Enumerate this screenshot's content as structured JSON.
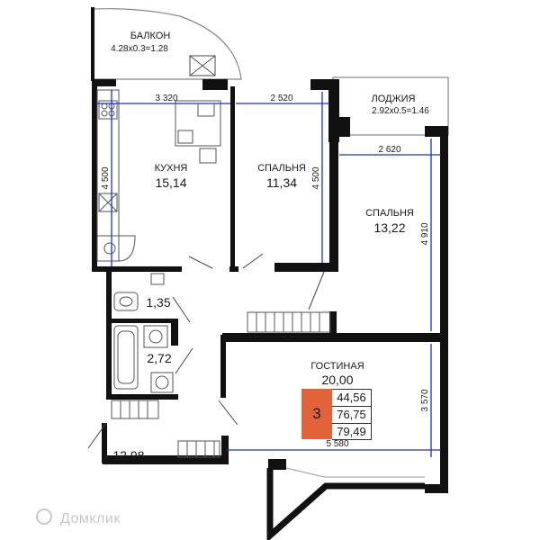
{
  "balcony": {
    "name": "БАЛКОН",
    "size": "4.28x0.3=1.28"
  },
  "loggia": {
    "name": "ЛОДЖИЯ",
    "size": "2.92x0.5=1.46"
  },
  "rooms": {
    "kitchen": {
      "name": "КУХНЯ",
      "area": "15,14"
    },
    "bedroom1": {
      "name": "СПАЛЬНЯ",
      "area": "11,34"
    },
    "bedroom2": {
      "name": "СПАЛЬНЯ",
      "area": "13,22"
    },
    "living": {
      "name": "ГОСТИНАЯ",
      "area": "20,00"
    },
    "wc": {
      "area": "1,35"
    },
    "bath": {
      "area": "2,72"
    },
    "hall": {
      "area": "12,98"
    }
  },
  "dimensions": {
    "kitchen_w": "3 320",
    "kitchen_h": "4 500",
    "bed1_w": "2 520",
    "bed1_h": "4 500",
    "bed2_w": "2 620",
    "bed2_h": "4 910",
    "living_w": "5 580",
    "living_h": "3 570"
  },
  "summary": {
    "rooms_count": "3",
    "living_area": "44,56",
    "total_area": "76,75",
    "total_with_balcony": "79,49",
    "accent_color": "#e2633a"
  },
  "watermark": "Домклик",
  "colors": {
    "wall": "#111111",
    "dimension": "#1c2fd0",
    "furniture": "#555555"
  }
}
